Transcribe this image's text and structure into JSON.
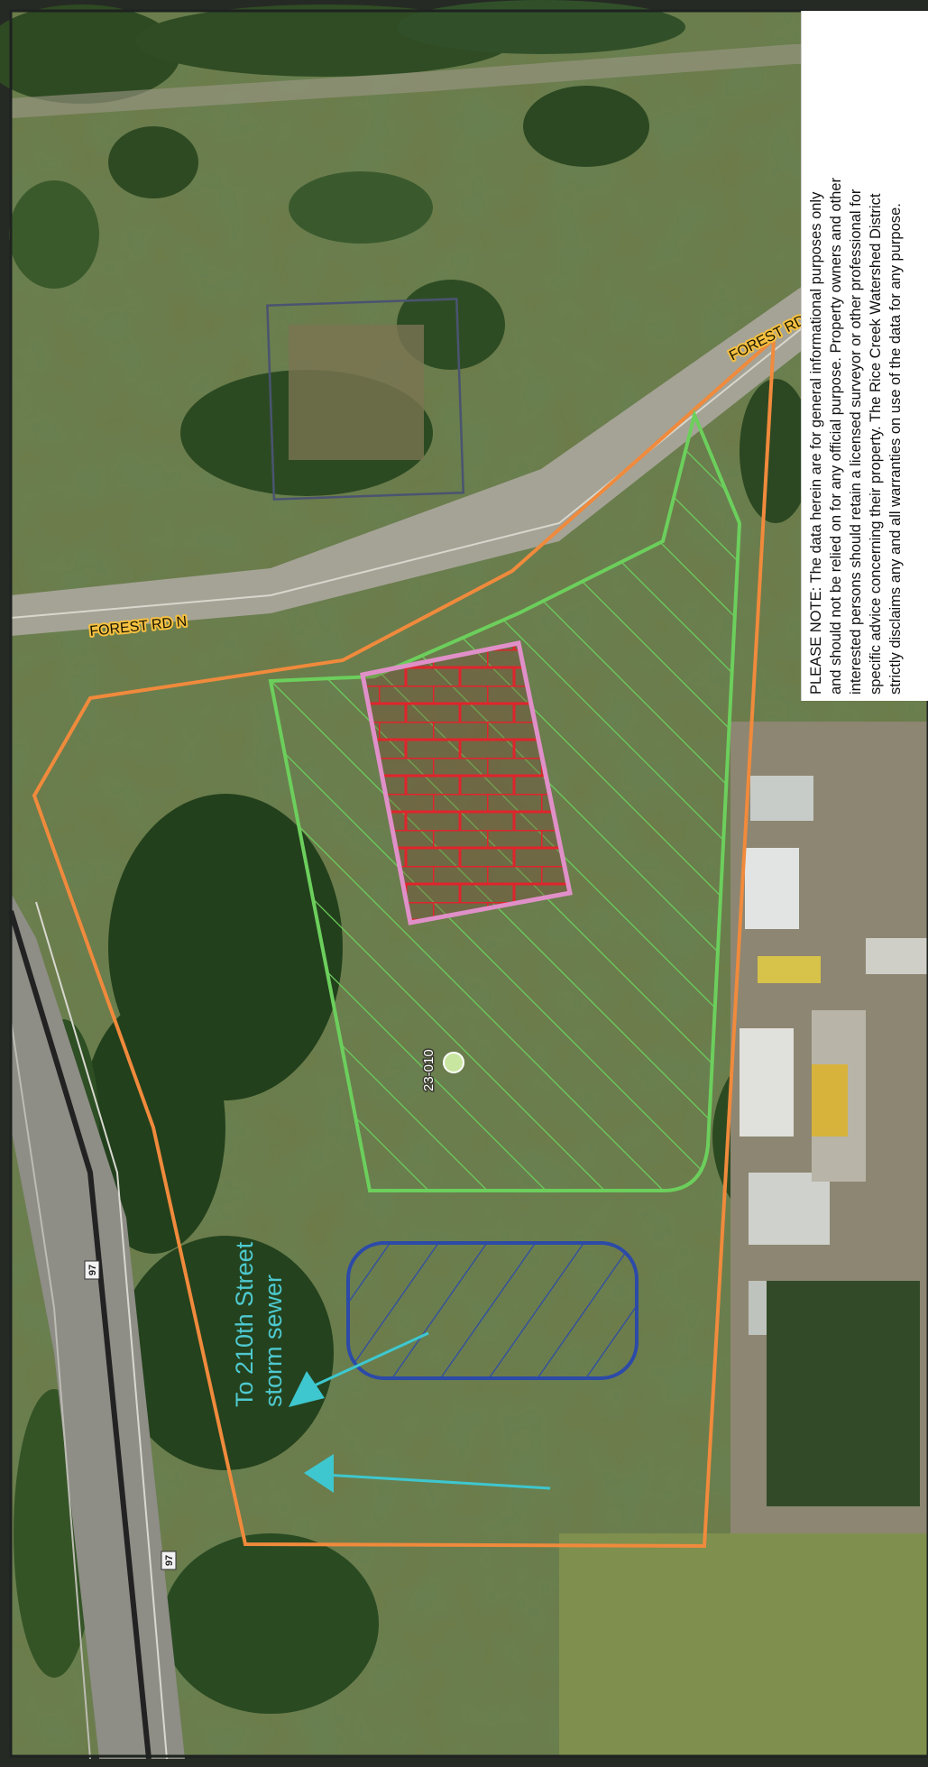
{
  "labels": {
    "road_forest_rd_n": "FOREST RD N",
    "road_forest_rd": "FOREST RD",
    "parcel_id": "23-010",
    "highway_shield_upper": "97",
    "highway_shield_lower": "97",
    "storm_sewer_note": "To 210th Street\nstorm sewer"
  },
  "disclaimer": "PLEASE NOTE:  The data herein are for general informational purposes only\nand should not be relied on for any official purpose.  Property owners and other\ninterested persons should retain a licensed surveyor or other professional for\nspecific advice concerning their property.  The Rice Creek Watershed District\nstrictly disclaims any and all warranties on use of the data for any purpose.",
  "legend_colors": {
    "site_boundary": "#f08a3c",
    "green_hatch_area": "#6ccf5c",
    "red_brick_area": "#e0242c",
    "pink_outline": "#e090c8",
    "blue_basin": "#2c4aa8",
    "flow_arrow": "#3ec7cf"
  }
}
